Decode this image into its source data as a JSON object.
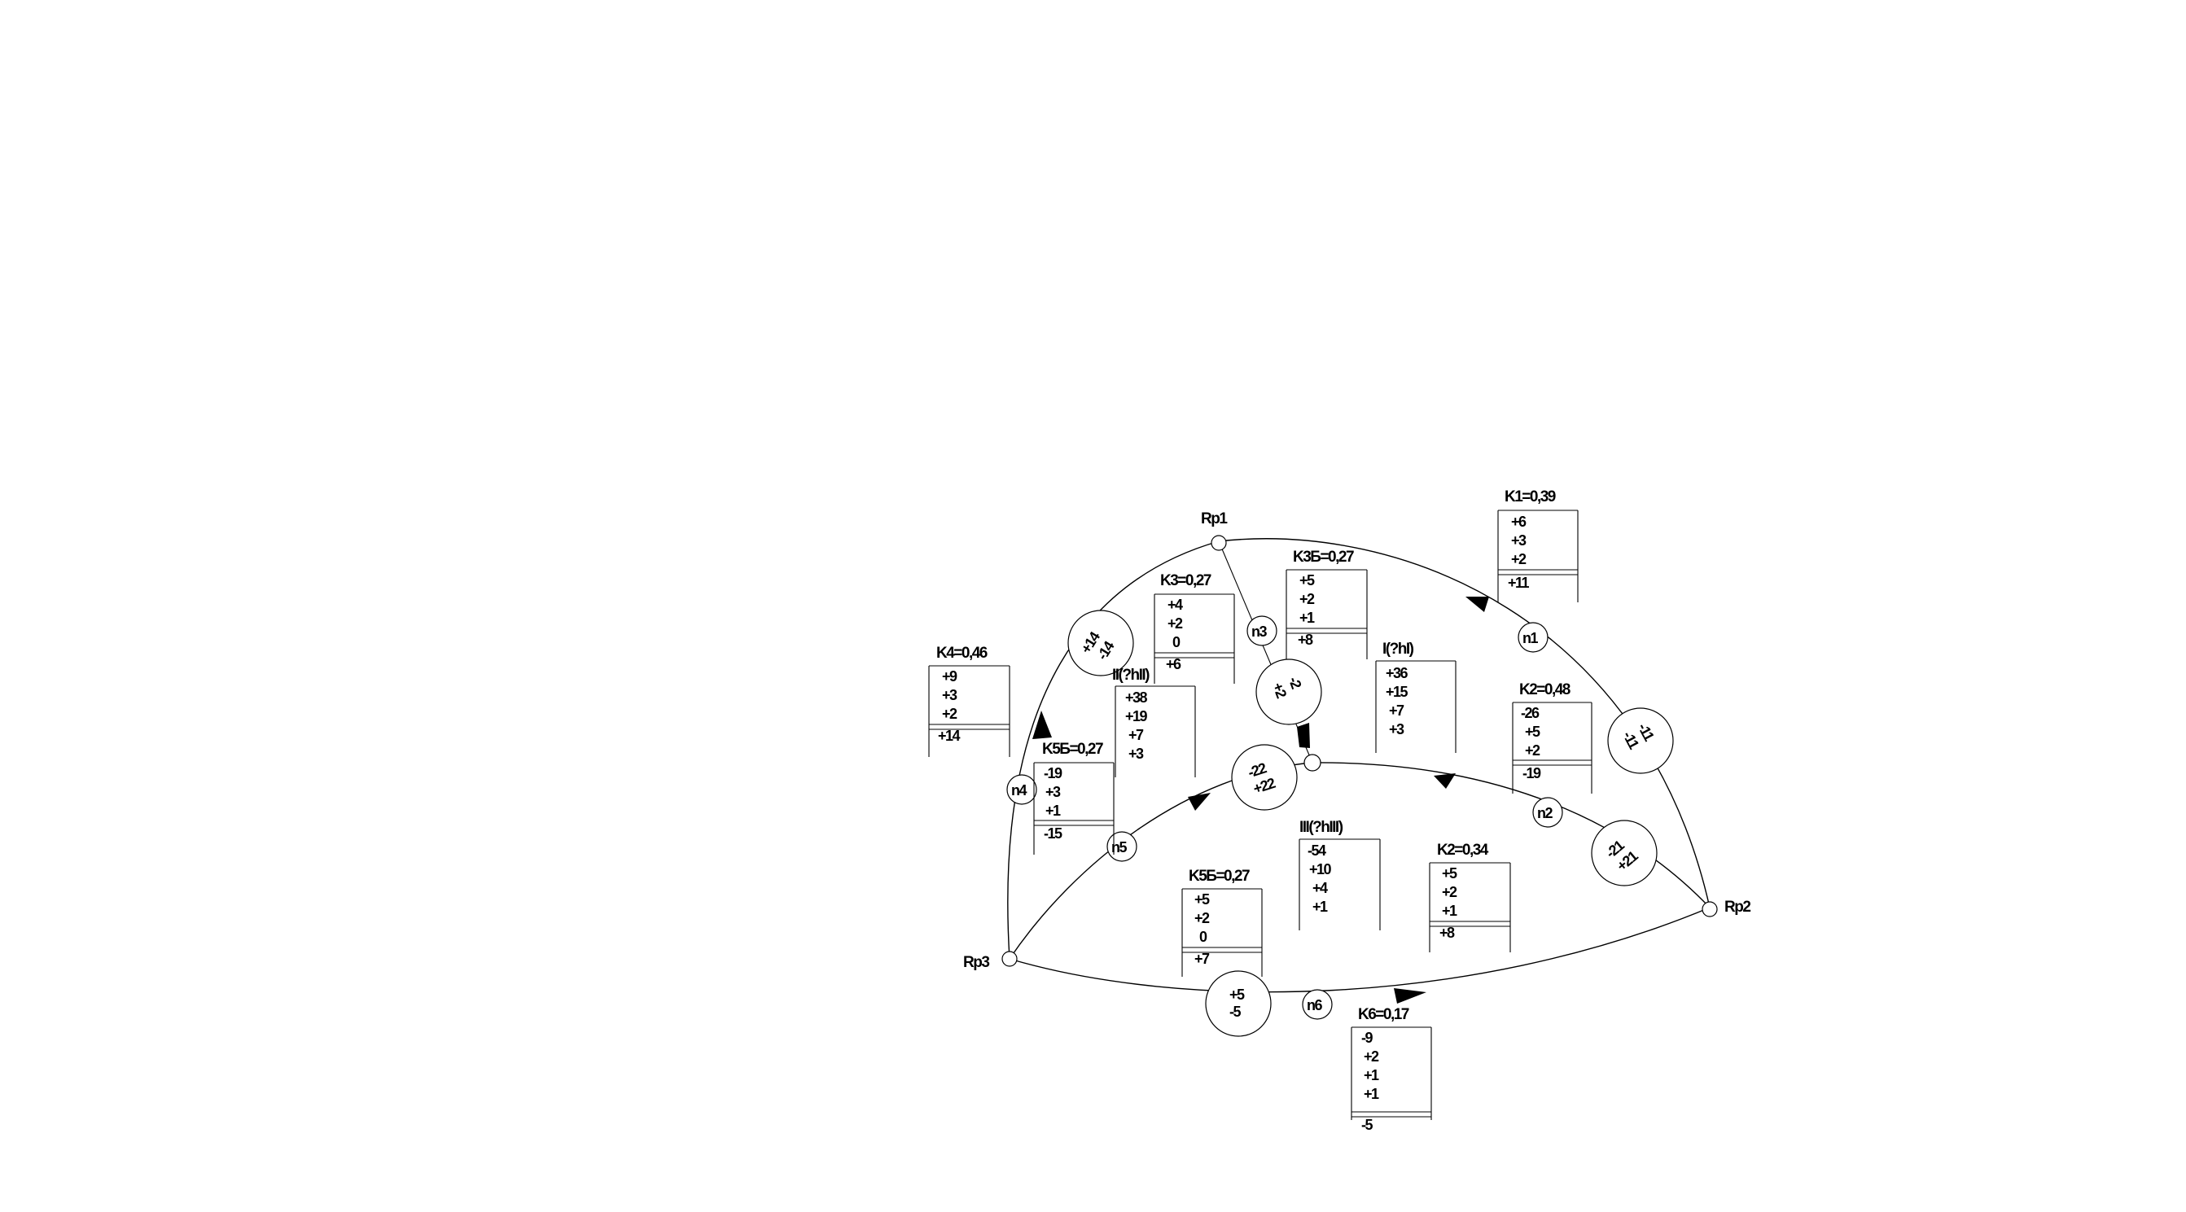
{
  "points": {
    "rp1": {
      "label": "Rp1"
    },
    "rp2": {
      "label": "Rp2"
    },
    "rp3": {
      "label": "Rp3"
    }
  },
  "nodes": {
    "n1": "n1",
    "n2": "n2",
    "n3": "n3",
    "n4": "n4",
    "n5": "n5",
    "n6": "n6"
  },
  "edge_values": {
    "rp1_rp3": [
      "+14",
      "-14"
    ],
    "n3_j": [
      "-2",
      "+2"
    ],
    "rp2_top": [
      "-11",
      "-11"
    ],
    "n5_j": [
      "-22",
      "+22"
    ],
    "rp2_n2": [
      "-21",
      "+21"
    ],
    "rp3_rp2": [
      "+5",
      "-5"
    ]
  },
  "tables": {
    "k1": {
      "title": "K1=0,39",
      "values": [
        "+6",
        "+3",
        "+2"
      ],
      "total": "+11"
    },
    "k3": {
      "title": "K3=0,27",
      "values": [
        "+4",
        "+2",
        "0"
      ],
      "total": "+6"
    },
    "k3b": {
      "title": "K3Б=0,27",
      "values": [
        "+5",
        "+2",
        "+1"
      ],
      "total": "+8"
    },
    "k4": {
      "title": "K4=0,46",
      "values": [
        "+9",
        "+3",
        "+2"
      ],
      "total": "+14"
    },
    "k5b_left": {
      "title": "K5Б=0,27",
      "values": [
        "-19",
        "+3",
        "+1"
      ],
      "total": "-15"
    },
    "k2a": {
      "title": "K2=0,48",
      "values": [
        "-26",
        "+5",
        "+2"
      ],
      "total": "-19"
    },
    "k5b_mid": {
      "title": "K5Б=0,27",
      "values": [
        "+5",
        "+2",
        "0"
      ],
      "total": "+7"
    },
    "k2b": {
      "title": "K2=0,34",
      "values": [
        "+5",
        "+2",
        "+1"
      ],
      "total": "+8"
    },
    "k6": {
      "title": "K6=0,17",
      "values": [
        "-9",
        "+2",
        "+1",
        "+1"
      ],
      "total": "-5"
    }
  },
  "loops": {
    "l1": {
      "title": "I(?hI)",
      "values": [
        "+36",
        "+15",
        "+7",
        "+3"
      ]
    },
    "l2": {
      "title": "II(?hII)",
      "values": [
        "+38",
        "+19",
        "+7",
        "+3"
      ]
    },
    "l3": {
      "title": "III(?hIII)",
      "values": [
        "-54",
        "+10",
        "+4",
        "+1"
      ]
    }
  }
}
